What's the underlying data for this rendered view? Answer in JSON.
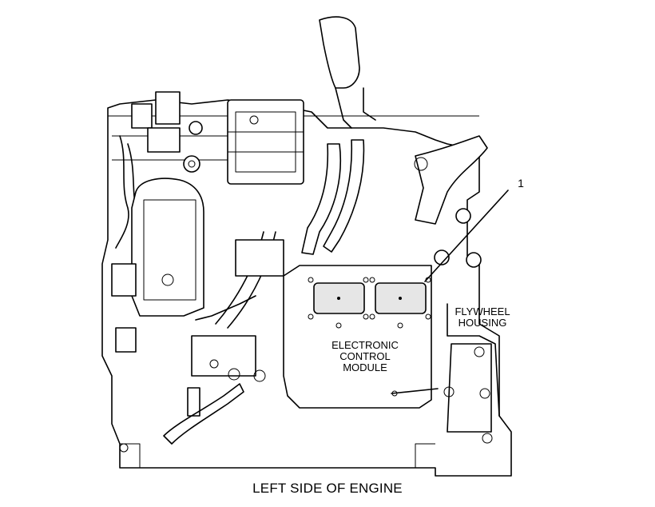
{
  "diagram": {
    "caption": "LEFT SIDE OF ENGINE",
    "callout_number": "1",
    "label_flywheel_line1": "FLYWHEEL",
    "label_flywheel_line2": "HOUSING",
    "label_ecm_line1": "ELECTRONIC",
    "label_ecm_line2": "CONTROL",
    "label_ecm_line3": "MODULE",
    "colors": {
      "line": "#000000",
      "background": "#ffffff"
    }
  }
}
